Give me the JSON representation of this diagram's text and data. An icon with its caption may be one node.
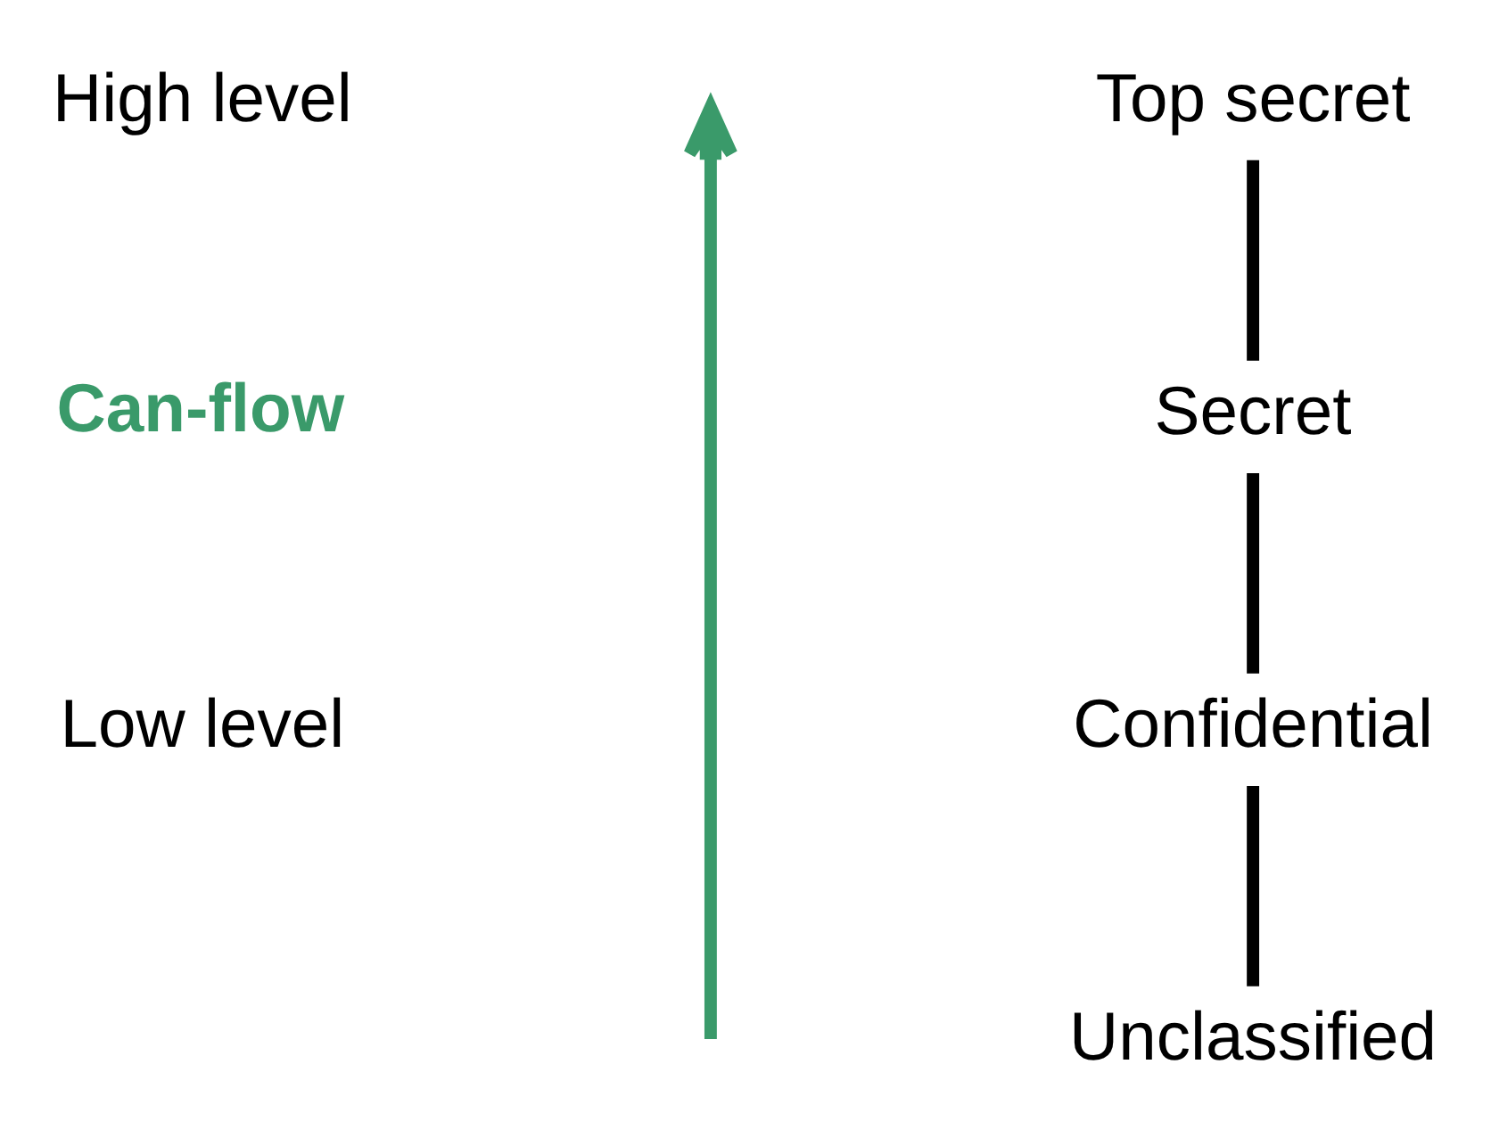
{
  "diagram": {
    "nodes": [
      {
        "text": [
          "Top secret"
        ]
      },
      {
        "text": [
          "Secret"
        ]
      },
      {
        "text": [
          "Confidential"
        ]
      },
      {
        "text": [
          "Unclassified"
        ]
      }
    ],
    "edges": [
      {
        "from": 0,
        "to": 1,
        "arrow": "none"
      },
      {
        "from": 1,
        "to": 2,
        "arrow": "none"
      },
      {
        "from": 2,
        "to": 3,
        "arrow": "none"
      }
    ],
    "labels": [
      "High level",
      "Can-flow",
      "Low level"
    ]
  }
}
